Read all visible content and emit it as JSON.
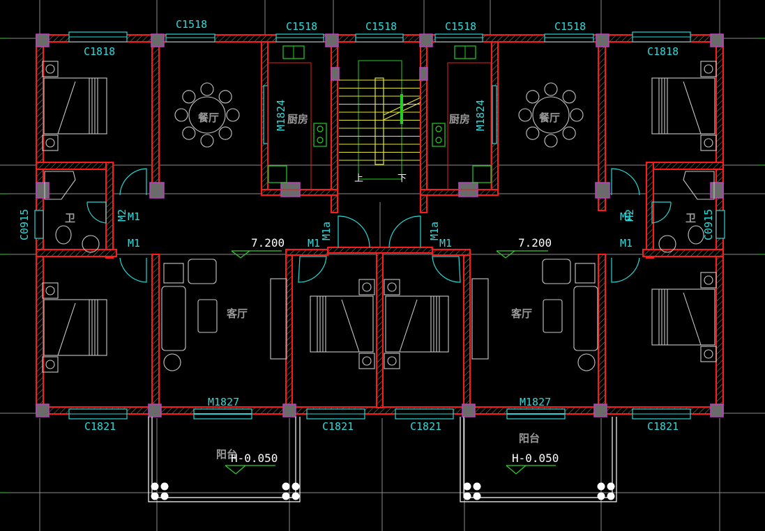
{
  "drawing": {
    "type": "architectural floor plan (CAD)",
    "background": "#000000",
    "colors": {
      "wall": "#ff1a1a",
      "column": "#6b6b6b",
      "column_outline": "#c040c0",
      "window_door": "#27d7d7",
      "furniture": "#c8c8c8",
      "kitchen_fixture": "#22d022",
      "stair": "#e8e830",
      "elevation_marker": "#2fd02f",
      "axis_line": "#8c8c8c",
      "room_label": "#9a9a9a"
    }
  },
  "windows_top": [
    "C1518",
    "C1518",
    "C1518",
    "C1518",
    "C1518"
  ],
  "windows_top_bedroom": [
    "C1818",
    "C1818"
  ],
  "windows_bottom": [
    "C1821",
    "C1821",
    "C1821",
    "C1821"
  ],
  "windows_side": [
    "C0915",
    "C0915"
  ],
  "doors": {
    "kitchen": [
      "M1824",
      "M1824"
    ],
    "balcony": [
      "M1827",
      "M1827"
    ],
    "m1": "M1",
    "m2": "M2",
    "m1a": "M1a"
  },
  "rooms": {
    "dining": "餐厅",
    "kitchen": "厨房",
    "bath": "卫",
    "living": "客厅",
    "balcony": "阳台"
  },
  "stair": {
    "up": "上",
    "down": "下"
  },
  "elevations": {
    "floor": "7.200",
    "balcony": "H-0.050"
  }
}
